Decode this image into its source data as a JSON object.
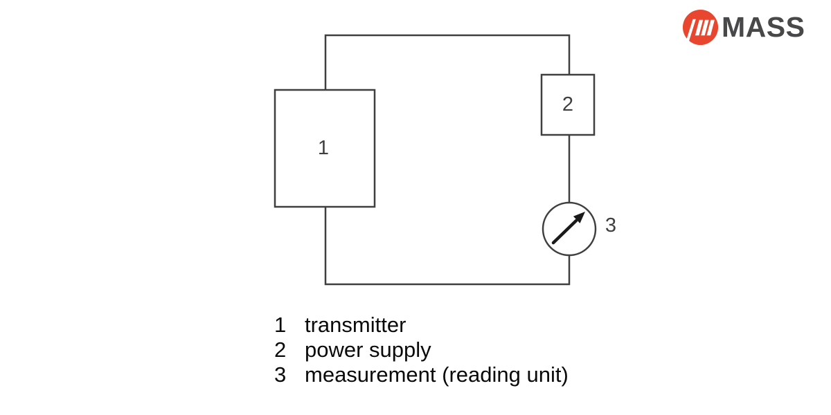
{
  "logo": {
    "brand": "MASS",
    "icon_name": "mass-hatch-circle-icon",
    "icon_color": "#E8462E",
    "icon_glyph_color": "#FFFFFF",
    "text_color": "#48484A"
  },
  "diagram": {
    "line_color": "#3F3F3F",
    "nodes": [
      {
        "label": "1",
        "shape": "rectangle"
      },
      {
        "label": "2",
        "shape": "rectangle"
      },
      {
        "label": "3",
        "shape": "meter-circle-with-needle"
      }
    ]
  },
  "legend": {
    "items": [
      {
        "number": "1",
        "label": "transmitter"
      },
      {
        "number": "2",
        "label": "power supply"
      },
      {
        "number": "3",
        "label": "measurement (reading unit)"
      }
    ]
  }
}
